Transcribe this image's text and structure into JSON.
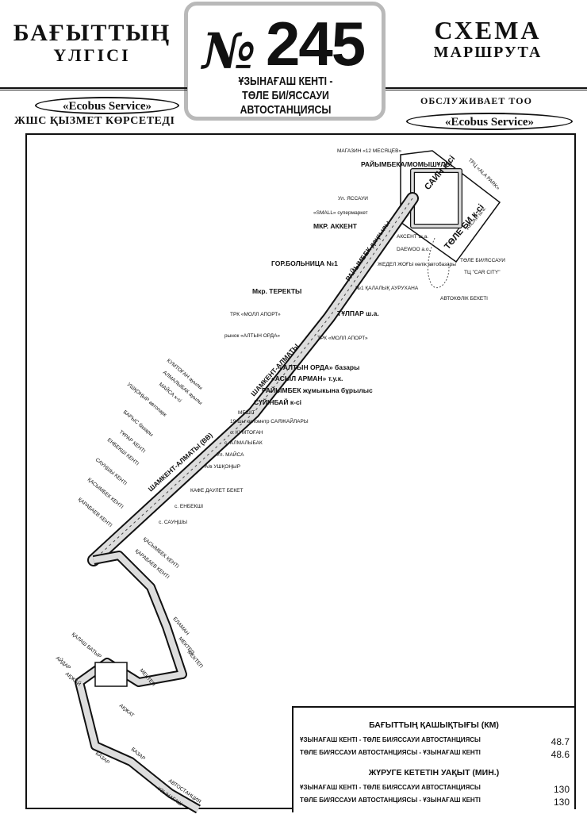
{
  "header": {
    "title_kz_line1": "БАҒЫТТЫҢ",
    "title_kz_line2": "ҮЛГІСІ",
    "title_ru_line1": "СХЕМА",
    "title_ru_line2": "МАРШРУТА",
    "route_sign": "№",
    "route_number": "245",
    "route_name_line1": "ҰЗЫНАҒАШ КЕНТІ -",
    "route_name_line2": "ТӨЛЕ БИ/ЯССАУИ АВТОСТАНЦИЯСЫ",
    "operator_left_name": "«Ecobus Service»",
    "operator_left_caption": "ЖШС ҚЫЗМЕТ КӨРСЕТЕДІ",
    "operator_right_caption": "ОБСЛУЖИВАЕТ ТОО",
    "operator_right_name": "«Ecobus Service»"
  },
  "map": {
    "streets": [
      "ТӨЛЕ БИ к-сі",
      "САИН к-сі",
      "РАЙЫМБЕКА/МОМЫШҰЛЫ",
      "РАЙЫМБЕК даңғылы",
      "ШАМКЕНТ-АЛМАТЫ",
      "ШАМКЕНТ-АЛМАТЫ (ВВ)"
    ],
    "stops_right": [
      "МАГАЗИН «12 МЕСЯЦЕВ»",
      "ТРЦ «ALA PARK»",
      "АКСАЙ ш.а.",
      "ТӨЛЕ БИ/ЯССАУИ",
      "ТЦ \"CAR CITY\"",
      "АВТОКӨЛІК БЕКЕТІ",
      "АКСЕНТ ш.а.",
      "DAEWOO а.о.",
      "ЖЕДЕЛ ЖОҒЫ көлік автобазары",
      "№1 ҚАЛАЛЫҚ АУРУХАНА",
      "ТҰЛПАР ш.а.",
      "ТРК «МОЛЛ АПОРТ»",
      "«АЛТЫН ОРДА» базары",
      "«АСЫЛ АРМАН» т.у.к.",
      "РАЙЫМБЕК жұмыкына бұрылыс",
      "СҮЙІНБАЙ к-сі",
      "МЕШІТ",
      "19-шы километр САЯЖАЙЛАРЫ",
      "с. КУМТОҒАН",
      "с. АЛМАЛЫБАК",
      "Ул. МАЙСА",
      "А/в УШҚОҢЫР",
      "КАФЕ ДАУЛЕТ БЕКЕТ",
      "с. ЕНБЕКШІ",
      "с. САУҢШЫ",
      "ҚАСЫМБЕК КЕНТІ",
      "ҚАРАБАЕВ КЕНТІ"
    ],
    "stops_left": [
      "Ул. ЯССАУИ",
      "«SMALL» супермаркет",
      "МКР. АККЕНТ",
      "ГОР.БОЛЬНИЦА №1",
      "Мкр. ТЕРЕКТЫ",
      "ТРК «МОЛЛ АПОРТ»",
      "рынок «АЛТЫН ОРДА»",
      "КУМТОҒАН ауылы",
      "АЛМАЛЫБАК ауылы",
      "МАЙСА к-сі",
      "УШҚОҢЫР автопарк",
      "БАРЫС базары",
      "ТҰРАР КЕНТІ",
      "ЕНБЕКШІ КЕНТІ",
      "САУҢШЫ КЕНТІ",
      "ҚАСЫМБЕК КЕНТІ",
      "ҚАРАБАЕВ КЕНТІ"
    ],
    "stops_south": [
      "ЕЛАМАН",
      "МЕКТЕП",
      "ҚАЛАШ БАТЫР",
      "МЕКТЕП",
      "МЕКТЕП",
      "АЙДАР",
      "АҚЖАЙ",
      "АҚЖАТ",
      "БАЗАР",
      "БАЗАР",
      "АВТОСТАНЦИЯ",
      "ҰЗЫНАҒАШ"
    ]
  },
  "info_panel": {
    "distance_header": "БАҒЫТТЫҢ ҚАШЫҚТЫҒЫ (КМ)",
    "distance_rows": [
      {
        "label": "ҰЗЫНАҒАШ КЕНТІ - ТӨЛЕ БИ/ЯССАУИ АВТОСТАНЦИЯСЫ",
        "value": "48.7"
      },
      {
        "label": "ТӨЛЕ БИ/ЯССАУИ АВТОСТАНЦИЯСЫ - ҰЗЫНАҒАШ КЕНТІ",
        "value": "48.6"
      }
    ],
    "time_header": "ЖҮРУГЕ КЕТЕТІН УАҚЫТ (МИН.)",
    "time_rows": [
      {
        "label": "ҰЗЫНАҒАШ КЕНТІ - ТӨЛЕ БИ/ЯССАУИ АВТОСТАНЦИЯСЫ",
        "value": "130"
      },
      {
        "label": "ТӨЛЕ БИ/ЯССАУИ АВТОСТАНЦИЯСЫ - ҰЗЫНАҒАШ КЕНТІ",
        "value": "130"
      }
    ]
  }
}
